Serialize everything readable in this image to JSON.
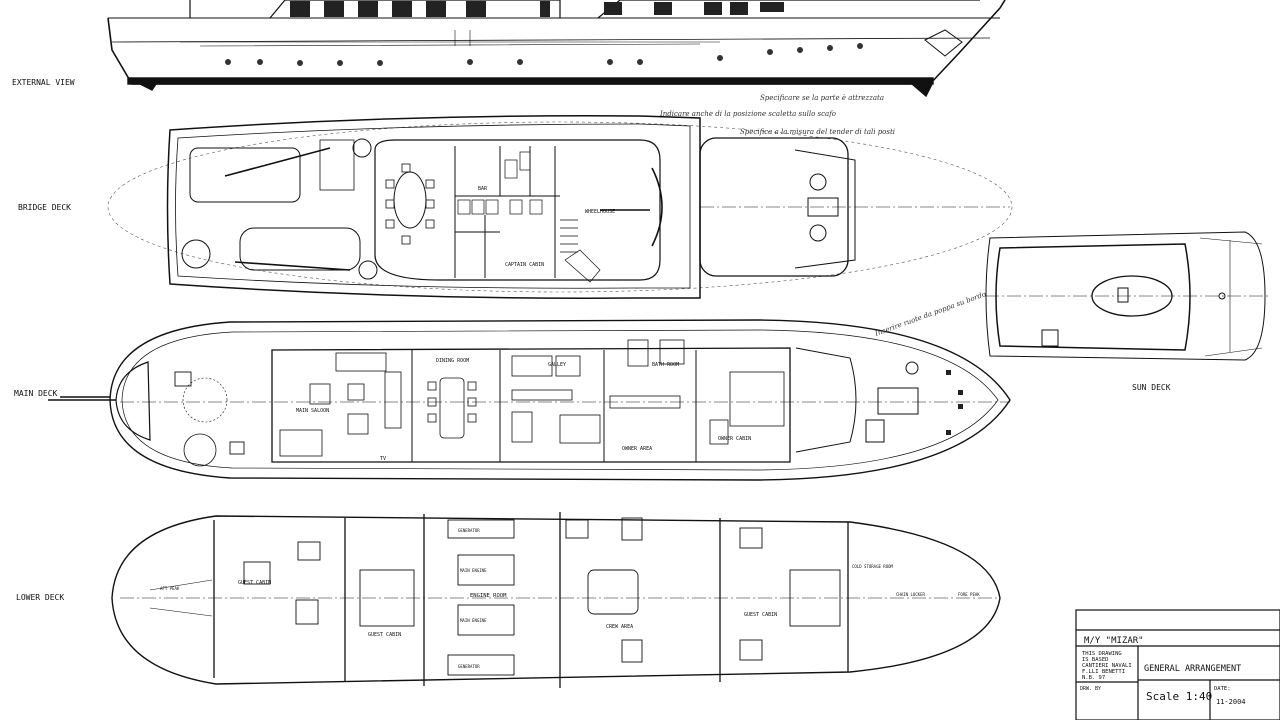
{
  "drawing": {
    "deck_labels": {
      "external_view": "EXTERNAL VIEW",
      "bridge_deck": "BRIDGE DECK",
      "main_deck": "MAIN DECK",
      "lower_deck": "LOWER DECK",
      "sun_deck": "SUN DECK"
    },
    "rooms": {
      "bar": "BAR",
      "wheelhouse": "WHEELHOUSE",
      "captain_cabin": "CAPTAIN CABIN",
      "main_saloon": "MAIN SALOON",
      "dining_room": "DINING ROOM",
      "galley": "GALLEY",
      "bath_room": "BATH ROOM",
      "owner_area": "OWNER AREA",
      "owner_cabin": "OWNER CABIN",
      "tv": "TV",
      "engine_room": "ENGINE ROOM",
      "crew_area": "CREW AREA",
      "guest_cabin": "GUEST CABIN",
      "generator": "GENERATOR",
      "main_engine": "MAIN ENGINE",
      "cold_storage": "COLD STORAGE ROOM",
      "chain_locker": "CHAIN LOCKER",
      "fore_peak": "FORE PEAK",
      "aft_peak": "AFT PEAK"
    },
    "handwritten_notes": [
      "Specificare se la parte è attrezzata",
      "Indicare anche di la posizione scaletta sullo scafo",
      "Specifica a la misura del tender di tali posti",
      "Inserire ruote da poppa su bordo"
    ]
  },
  "title_block": {
    "vessel": "M/Y \"MIZAR\"",
    "note": [
      "THIS DRAWING",
      "IS BASED",
      "CANTIERI NAVALI",
      "F.LLI BENETTI",
      "N.B. 97"
    ],
    "drawing_title": "GENERAL ARRANGEMENT",
    "scale": "Scale 1:40",
    "date_label": "DATE:",
    "date_value": "11-2004",
    "drawn_label": "DRW. BY"
  }
}
